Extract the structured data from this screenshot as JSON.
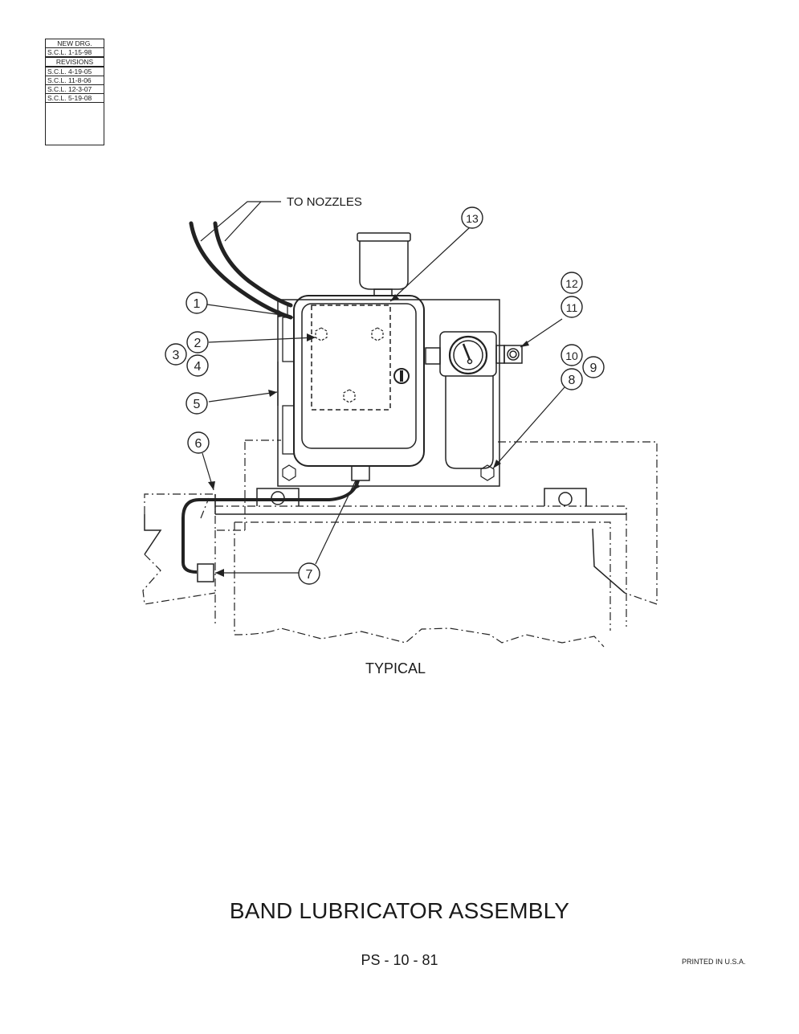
{
  "revision_block": {
    "new_drg_label": "NEW DRG.",
    "new_drg_entry": "S.C.L. 1-15-98",
    "revisions_label": "REVISIONS",
    "revisions": [
      "S.C.L. 4-19-05",
      "S.C.L. 11-8-06",
      "S.C.L. 12-3-07",
      "S.C.L. 5-19-08"
    ]
  },
  "diagram": {
    "to_nozzles": "TO NOZZLES",
    "caption": "TYPICAL",
    "callouts": [
      "1",
      "2",
      "3",
      "4",
      "5",
      "6",
      "7",
      "8",
      "9",
      "10",
      "11",
      "12",
      "13"
    ]
  },
  "footer": {
    "title": "BAND LUBRICATOR ASSEMBLY",
    "page_number": "PS - 10 - 81",
    "printed": "PRINTED IN U.S.A."
  }
}
